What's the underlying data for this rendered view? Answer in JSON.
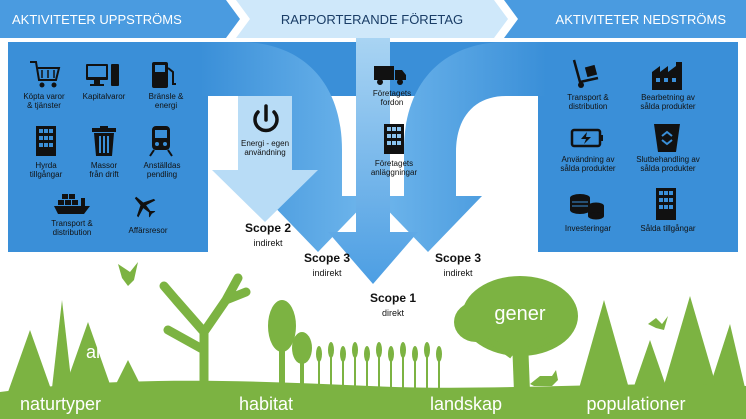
{
  "header": {
    "upstream": "AKTIVITETER UPPSTRÖMS",
    "company": "RAPPORTERANDE FÖRETAG",
    "downstream": "AKTIVITETER NEDSTRÖMS"
  },
  "upstream_items": [
    {
      "icon": "shopping-cart-icon",
      "label": [
        "Köpta varor",
        "& tjänster"
      ]
    },
    {
      "icon": "computer-icon",
      "label": [
        "Kapitalvaror"
      ]
    },
    {
      "icon": "fuel-pump-icon",
      "label": [
        "Bränsle &",
        "energi"
      ]
    },
    {
      "icon": "office-building-icon",
      "label": [
        "Hyrda",
        "tillgångar"
      ]
    },
    {
      "icon": "trash-bin-icon",
      "label": [
        "Massor",
        "från drift"
      ]
    },
    {
      "icon": "train-icon",
      "label": [
        "Anställdas",
        "pendling"
      ]
    },
    {
      "icon": "cargo-ship-icon",
      "label": [
        "Transport &",
        "distribution"
      ]
    },
    {
      "icon": "airplane-icon",
      "label": [
        "Affärsresor"
      ]
    }
  ],
  "company_items": [
    {
      "icon": "truck-icon",
      "label": [
        "Företagets",
        "fordon"
      ]
    },
    {
      "icon": "factory-building-icon",
      "label": [
        "Företagets",
        "anläggningar"
      ]
    }
  ],
  "energy_item": {
    "icon": "power-icon",
    "label": [
      "Energi - egen",
      "användning"
    ]
  },
  "downstream_items": [
    {
      "icon": "hand-truck-icon",
      "label": [
        "Transport &",
        "distribution"
      ]
    },
    {
      "icon": "factory-icon",
      "label": [
        "Bearbetning av",
        "sålda produkter"
      ]
    },
    {
      "icon": "battery-icon",
      "label": [
        "Användning av",
        "sålda produkter"
      ]
    },
    {
      "icon": "recycle-bin-icon",
      "label": [
        "Slutbehandling av",
        "sålda produkter"
      ]
    },
    {
      "icon": "coins-icon",
      "label": [
        "Investeringar"
      ]
    },
    {
      "icon": "building-icon",
      "label": [
        "Sålda tillgångar"
      ]
    }
  ],
  "scopes": {
    "scope2": {
      "title": "Scope 2",
      "sub": "indirekt"
    },
    "scope3_left": {
      "title": "Scope 3",
      "sub": "indirekt"
    },
    "scope3_right": {
      "title": "Scope 3",
      "sub": "indirekt"
    },
    "scope1": {
      "title": "Scope 1",
      "sub": "direkt"
    }
  },
  "nature": {
    "arter": "arter",
    "gener": "gener",
    "naturtyper": "naturtyper",
    "habitat": "habitat",
    "landskap": "landskap",
    "populationer": "populationer"
  },
  "colors": {
    "dark_blue": "#3a8fd8",
    "mid_blue": "#5aa8e6",
    "light_blue": "#a9d4f3",
    "header_blue": "#4a9be0",
    "green": "#7cb342",
    "green_dark": "#5f9a2e"
  }
}
